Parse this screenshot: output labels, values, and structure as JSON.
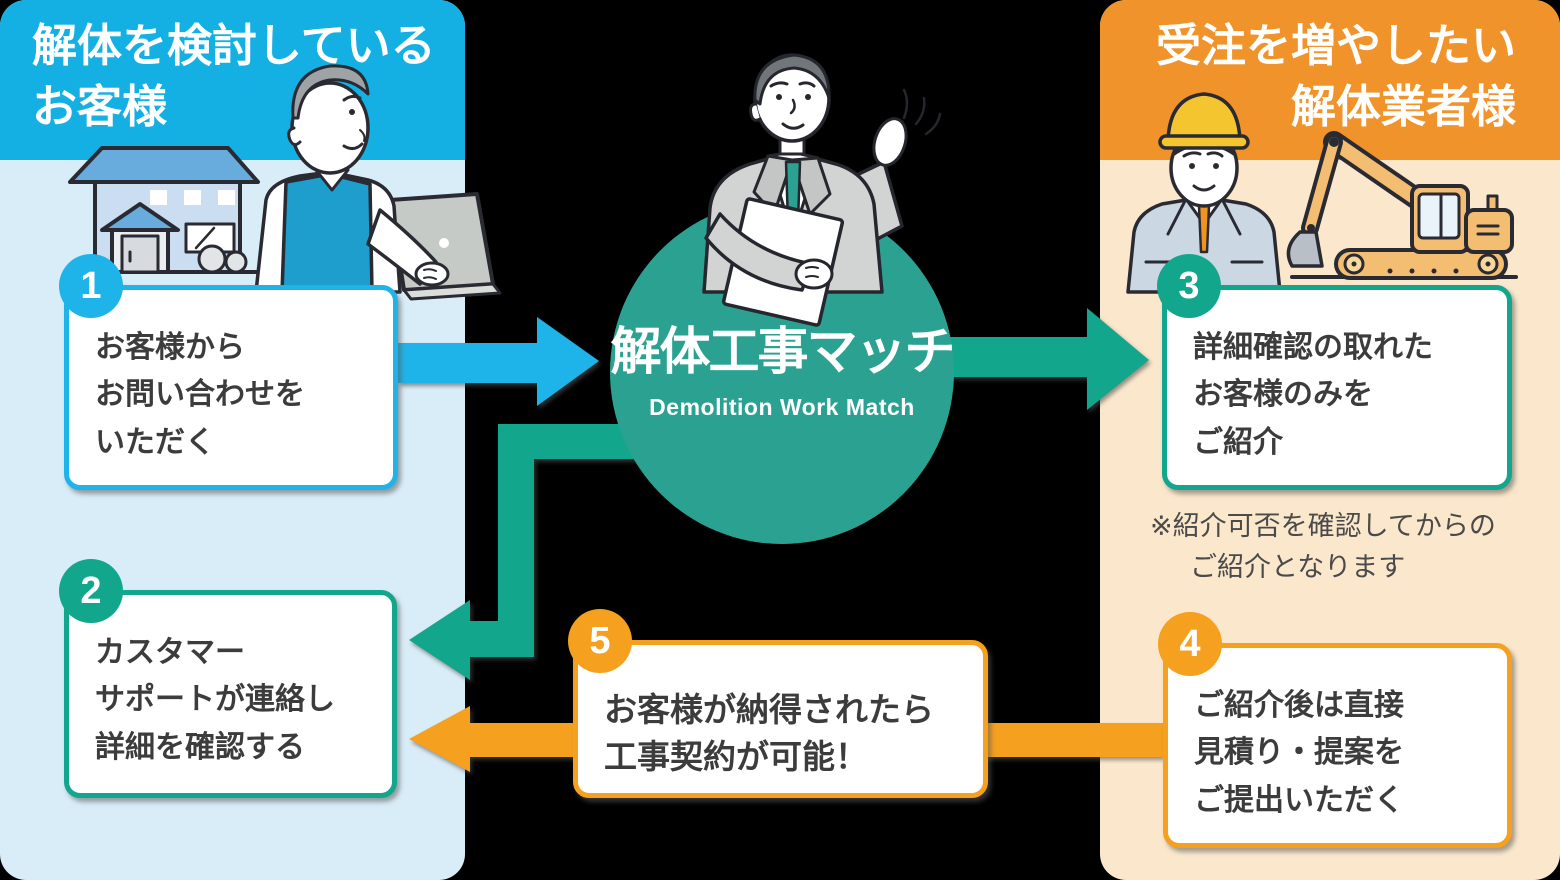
{
  "left_panel": {
    "title_lines": [
      "解体を検討している",
      "お客様"
    ],
    "header_color": "#14B0E4",
    "bg_color": "#D9EDF8"
  },
  "right_panel": {
    "title_lines": [
      "受注を増やしたい",
      "解体業者様"
    ],
    "header_color": "#F0932A",
    "bg_color": "#FBE8CC",
    "note_lines": [
      "※紹介可否を確認してからの",
      "ご紹介となります"
    ]
  },
  "center": {
    "title": "解体工事マッチ",
    "subtitle": "Demolition Work Match",
    "circle_color": "#2BA291"
  },
  "steps": [
    {
      "number": "1",
      "lines": [
        "お客様から",
        "お問い合わせを",
        "いただく"
      ],
      "accent": "#1EB4E9"
    },
    {
      "number": "2",
      "lines": [
        "カスタマー",
        "サポートが連絡し",
        "詳細を確認する"
      ],
      "accent": "#12A68C"
    },
    {
      "number": "3",
      "lines": [
        "詳細確認の取れた",
        "お客様のみを",
        "ご紹介"
      ],
      "accent": "#12A68C"
    },
    {
      "number": "4",
      "lines": [
        "ご紹介後は直接",
        "見積り・提案を",
        "ご提出いただく"
      ],
      "accent": "#F5A01E"
    },
    {
      "number": "5",
      "lines": [
        "お客様が納得されたら",
        "工事契約が可能！"
      ],
      "accent": "#F5A01E"
    }
  ],
  "icons": {
    "house": "house-icon",
    "laptop": "laptop-icon",
    "excavator": "excavator-icon",
    "elderly_customer": "elderly-customer-illustration",
    "contractor": "contractor-illustration",
    "agent": "agent-illustration",
    "arrows": [
      "arrow-customer-to-service",
      "arrow-service-to-contractor",
      "arrow-service-to-customer",
      "arrow-contractor-to-customer"
    ]
  }
}
